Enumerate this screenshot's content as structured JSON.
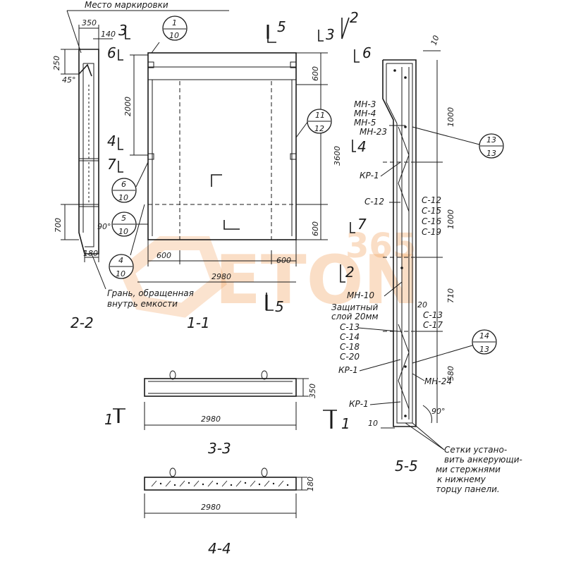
{
  "notes": {
    "marking_place": "Место маркировки",
    "face_inside_line1": "Грань, обращенная",
    "face_inside_line2": "внутрь емкости",
    "protective_layer_line1": "Защитный",
    "protective_layer_line2": "слой 20мм",
    "nets_line1": "Сетки устано-",
    "nets_line2": "вить анкерующи-",
    "nets_line3": "ми стержнями",
    "nets_line4": "к нижнему",
    "nets_line5": "торцу панели."
  },
  "section_titles": {
    "s11": "1-1",
    "s22": "2-2",
    "s33": "3-3",
    "s44": "4-4",
    "s55": "5-5"
  },
  "cut_marks": {
    "m1": "1",
    "m2": "2",
    "m3": "3",
    "m4": "4",
    "m5": "5",
    "m6": "6",
    "m7": "7"
  },
  "callouts": [
    {
      "top": "1",
      "bottom": "10"
    },
    {
      "top": "11",
      "bottom": "12"
    },
    {
      "top": "6",
      "bottom": "10"
    },
    {
      "top": "5",
      "bottom": "10"
    },
    {
      "top": "4",
      "bottom": "10"
    },
    {
      "top": "13",
      "bottom": "13"
    },
    {
      "top": "14",
      "bottom": "13"
    }
  ],
  "dimensions": {
    "d350": "350",
    "d140": "140",
    "d250": "250",
    "d45": "45°",
    "d2000": "2000",
    "d700": "700",
    "d90": "90°",
    "d180": "180",
    "d600_top": "600",
    "d3600": "3600",
    "d600_bot": "600",
    "d600_left": "600",
    "d600_right": "600",
    "d2980": "2980",
    "d10": "10",
    "d1000a": "1000",
    "d1000b": "1000",
    "d710": "710",
    "d20": "20",
    "d580": "580",
    "d10b": "10",
    "d90b": "90°",
    "d2980_33": "2980",
    "d350_33": "350",
    "d2980_44": "2980",
    "d180_44": "180"
  },
  "rebar_labels": {
    "mn3": "МН-3",
    "mn4": "МН-4",
    "mn5": "МН-5",
    "mn23": "МН-23",
    "kr1a": "КР-1",
    "c12l": "С-12",
    "c12r": "С-12",
    "c15": "С-15",
    "c16": "С-16",
    "c19": "С-19",
    "mn10": "МН-10",
    "c13l": "С-13",
    "c14": "С-14",
    "c18": "С-18",
    "c20": "С-20",
    "c13r": "С-13",
    "c17": "С-17",
    "kr1b": "КР-1",
    "mn24": "МН-24",
    "kr1c": "КР-1"
  },
  "watermark": {
    "text": "ETON",
    "number": "365",
    "color": "#f1a35f"
  }
}
